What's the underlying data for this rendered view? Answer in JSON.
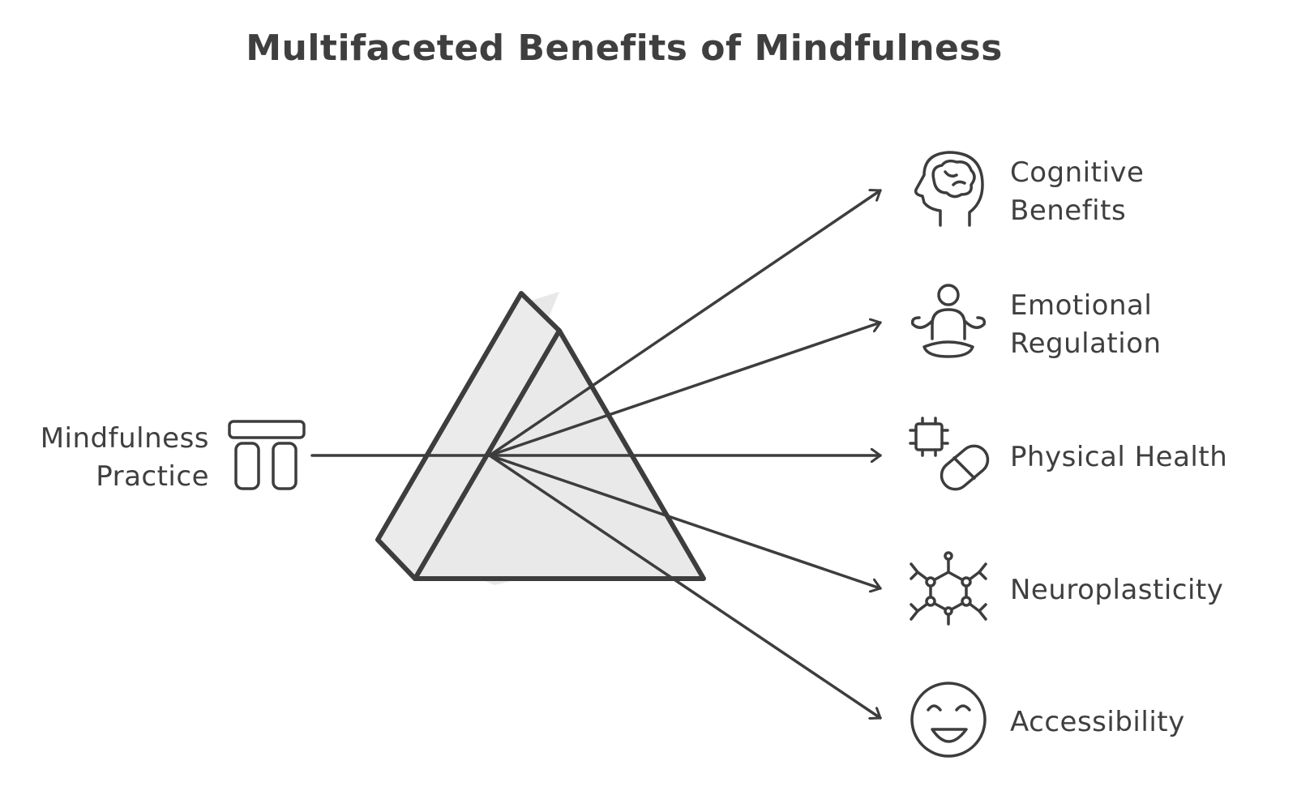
{
  "title": "Multifaceted Benefits of Mindfulness",
  "source": {
    "lines": [
      "Mindfulness",
      "Practice"
    ],
    "icon": "stone-pillars-icon"
  },
  "prism": {
    "icon": "prism-icon"
  },
  "benefits": [
    {
      "lines": [
        "Cognitive",
        "Benefits"
      ],
      "icon": "brain-head-icon"
    },
    {
      "lines": [
        "Emotional",
        "Regulation"
      ],
      "icon": "meditation-person-icon"
    },
    {
      "lines": [
        "Physical Health"
      ],
      "icon": "chip-pill-icon"
    },
    {
      "lines": [
        "Neuroplasticity"
      ],
      "icon": "molecule-network-icon"
    },
    {
      "lines": [
        "Accessibility"
      ],
      "icon": "smiley-face-icon"
    }
  ],
  "colors": {
    "stroke": "#3d3d3d",
    "prism_fill": "#e8e8e8",
    "background": "#ffffff"
  }
}
